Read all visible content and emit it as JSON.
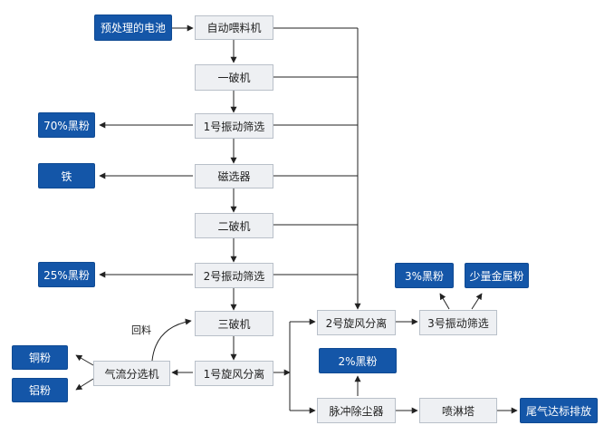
{
  "colors": {
    "output_fill": "#1456a8",
    "process_fill": "#eef0f3",
    "process_border": "#b9c0c9",
    "arrow": "#222222"
  },
  "nodes": {
    "pretreated_battery": "预处理的电池",
    "auto_feeder": "自动喂料机",
    "crusher_1": "一破机",
    "vib_screen_1": "1号振动筛选",
    "black_powder_70": "70%黑粉",
    "magnetic_separator": "磁选器",
    "iron": "铁",
    "crusher_2": "二破机",
    "vib_screen_2": "2号振动筛选",
    "black_powder_25": "25%黑粉",
    "crusher_3": "三破机",
    "cyclone_1": "1号旋风分离",
    "air_classifier": "气流分选机",
    "copper_powder": "铜粉",
    "aluminum_powder": "铝粉",
    "cyclone_2": "2号旋风分离",
    "vib_screen_3": "3号振动筛选",
    "black_powder_3": "3%黑粉",
    "small_metal_powder": "少量金属粉",
    "black_powder_2": "2%黑粉",
    "pulse_dust_collector": "脉冲除尘器",
    "spray_tower": "喷淋塔",
    "exhaust_compliant": "尾气达标排放"
  },
  "labels": {
    "return_material": "回料"
  }
}
